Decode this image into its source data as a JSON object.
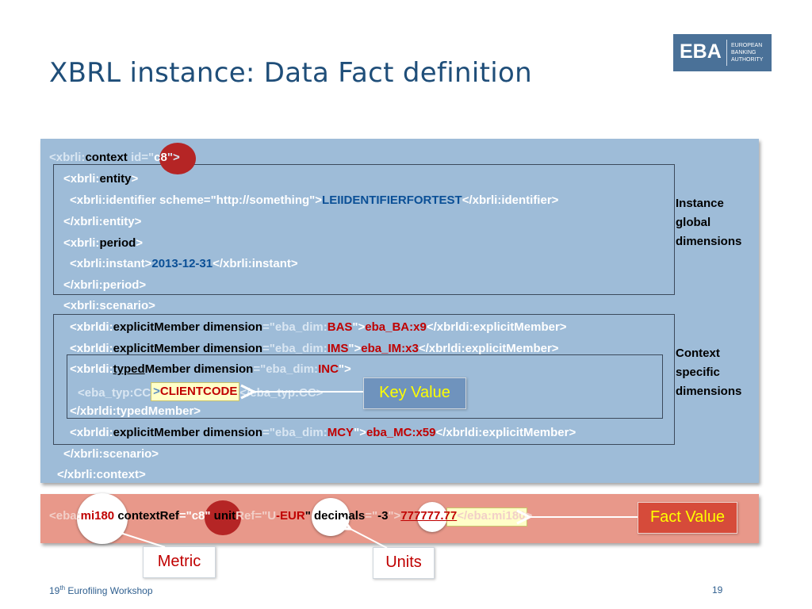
{
  "slide": {
    "title": "XBRL instance: Data Fact definition",
    "page_number": "19",
    "footer_pre": "19",
    "footer_sup": "th",
    "footer_post": " Eurofiling Workshop"
  },
  "logo": {
    "abbr": "EBA",
    "full": "EUROPEAN\nBANKING\nAUTHORITY",
    "color": "#4a7198"
  },
  "context_panel": {
    "l1": [
      "<xbrli:",
      "context",
      " id=\"",
      "c8",
      "\">"
    ],
    "l2": [
      "<xbrli:",
      "entity",
      ">"
    ],
    "l3": [
      "<xbrli:identifier scheme=\"http://something\">",
      "LEIIDENTIFIERFORTEST",
      "</xbrli:identifier>"
    ],
    "l4": [
      "</xbrli:entity>"
    ],
    "l5": [
      "<xbrli:",
      "period",
      ">"
    ],
    "l6": [
      "<xbrli:instant>",
      "2013-12-31",
      "</xbrli:instant>"
    ],
    "l7": [
      "</xbrli:period>"
    ],
    "l8": [
      "<xbrli:scenario>"
    ],
    "l9": [
      "<xbrldi:",
      "explicitMember dimension",
      "=\"eba_dim:",
      "BAS",
      "\">",
      "eba_BA:x9",
      "</xbrldi:explicitMember>"
    ],
    "l10": [
      "<xbrldi:",
      "explicitMember dimension",
      "=\"eba_dim:",
      "IMS",
      "\">",
      "eba_IM:x3",
      "</xbrldi:explicitMember>"
    ],
    "l11": [
      "<xbrldi:",
      "typed",
      "Member dimension",
      "=\"eba_dim:",
      "INC",
      "\">"
    ],
    "l12": [
      "<eba_typ:CC",
      ">",
      "CLIENTCODE",
      "</eba_typ:CC>"
    ],
    "l13": [
      "</xbrldi:typedMember>"
    ],
    "l14": [
      "<xbrldi:",
      "explicitMember dimension",
      "=\"eba_dim:",
      "MCY",
      "\">",
      "eba_MC:x59",
      "</xbrldi:explicitMember>"
    ],
    "l15": [
      "</xbrli:scenario>"
    ],
    "l16": [
      "</xbrli:context>"
    ]
  },
  "side_labels": {
    "instance": [
      "Instance",
      "global",
      "dimensions"
    ],
    "context": [
      "Context",
      "specific",
      "dimensions"
    ]
  },
  "fact_line": {
    "p1": "<eba:",
    "metric": "mi180",
    "p2": " contextRef",
    "p3": "=\"c8\"",
    "p4": " unit",
    "p5": "Ref=\"U",
    "unit": "-EUR",
    "p6": "\" decimals",
    "p7": "=\"",
    "decimals": "-3",
    "p8": "\"",
    "p9": ">",
    "value": "777777.77",
    "p10": "</eba:mi180>"
  },
  "callouts": {
    "key_value": "Key Value",
    "fact_value": "Fact Value",
    "metric": "Metric",
    "units": "Units"
  },
  "colors": {
    "panel": "#9ebcd8",
    "fact_bar": "#e8988a",
    "title": "#1f4e79",
    "red": "#c00000",
    "circle_red": "#b52525",
    "highlight": "#ffffc8",
    "callout_dark": "#1f3b5c",
    "key_value_text": "#ffff00",
    "fact_value_text": "#ffff00",
    "label_text": "#c00000"
  }
}
